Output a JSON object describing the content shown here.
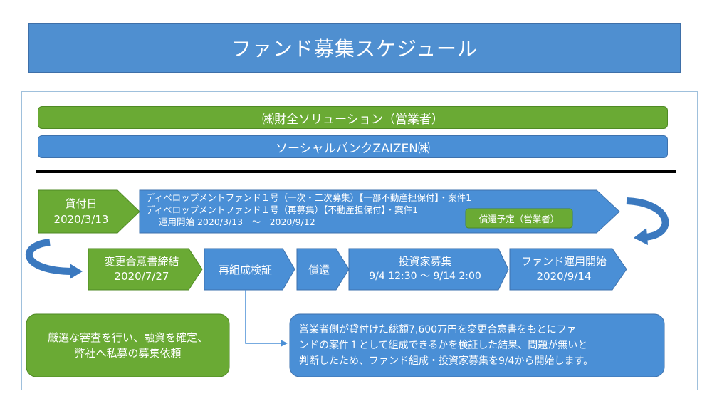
{
  "title": "ファンド募集スケジュール",
  "bars": {
    "operator": "㈱財全ソリューション（営業者）",
    "platform": "ソーシャルバンクZAIZEN㈱"
  },
  "loan": {
    "label": "貸付日",
    "date": "2020/3/13"
  },
  "fund_info": {
    "line1": "ディベロップメントファンド１号（一次・二次募集）【一部不動産担保付】・案件1",
    "line2": "ディベロップメントファンド１号（再募集）【不動産担保付】・案件1",
    "line3": "運用開始 2020/3/13　～　2020/9/12",
    "badge": "償還予定（営業者）"
  },
  "steps": [
    {
      "label": "変更合意書締結",
      "sub": "2020/7/27"
    },
    {
      "label": "再組成検証",
      "sub": ""
    },
    {
      "label": "償還",
      "sub": ""
    },
    {
      "label": "投資家募集",
      "sub": "9/4 12:30 ～ 9/14 2:00"
    },
    {
      "label": "ファンド運用開始",
      "sub": "2020/9/14"
    }
  ],
  "note_left": {
    "line1": "厳選な審査を行い、融資を確定、",
    "line2": "弊社へ私募の募集依頼"
  },
  "note_right": {
    "line1": "営業者側が貸付けた総額7,600万円を変更合意書をもとにファ",
    "line2": "ンドの案件１として組成できるかを検証した結果、問題が無いと",
    "line3": "判断したため、ファンド組成・投資家募集を9/4から開始します。"
  },
  "colors": {
    "blue": "#4a8fd6",
    "green": "#6aaa34",
    "title_blue": "#4f8fd0"
  }
}
